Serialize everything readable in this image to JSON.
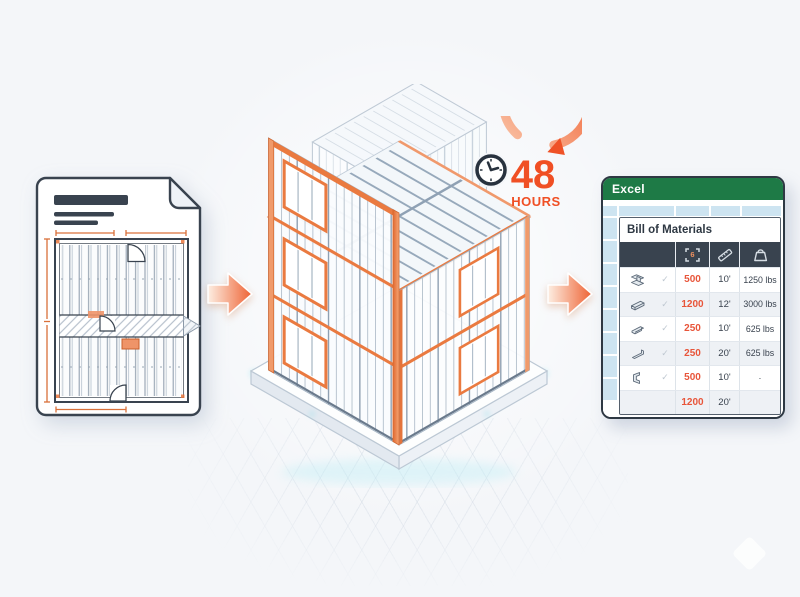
{
  "badge": {
    "hours_value": "48",
    "hours_label": "HOURS"
  },
  "excel": {
    "app_label": "Excel",
    "title": "Bill of Materials",
    "header_icons": [
      {
        "name": "piece-count-icon",
        "glyph": "6"
      },
      {
        "name": "length-icon"
      },
      {
        "name": "weight-icon"
      }
    ],
    "icons": {
      "check": "✓"
    },
    "rows": [
      {
        "profile": "i-beam",
        "checked": true,
        "qty": "500",
        "length": "10'",
        "weight": "1250 lbs"
      },
      {
        "profile": "stud",
        "checked": true,
        "qty": "1200",
        "length": "12'",
        "weight": "3000 lbs"
      },
      {
        "profile": "channel",
        "checked": true,
        "qty": "250",
        "length": "10'",
        "weight": "625 lbs"
      },
      {
        "profile": "angle",
        "checked": true,
        "qty": "250",
        "length": "20'",
        "weight": "625 lbs"
      },
      {
        "profile": "c-channel",
        "checked": true,
        "qty": "500",
        "length": "10'",
        "weight": "·"
      },
      {
        "profile": "",
        "checked": false,
        "qty": "1200",
        "length": "20'",
        "weight": ""
      }
    ]
  },
  "colors": {
    "accent_orange": "#ee6a36",
    "excel_green": "#1e7a46",
    "qty_text": "#e8553a",
    "steel_blue": "#8ea3b6",
    "glow_cyan": "#7fdcec",
    "dark_ink": "#39434f"
  }
}
